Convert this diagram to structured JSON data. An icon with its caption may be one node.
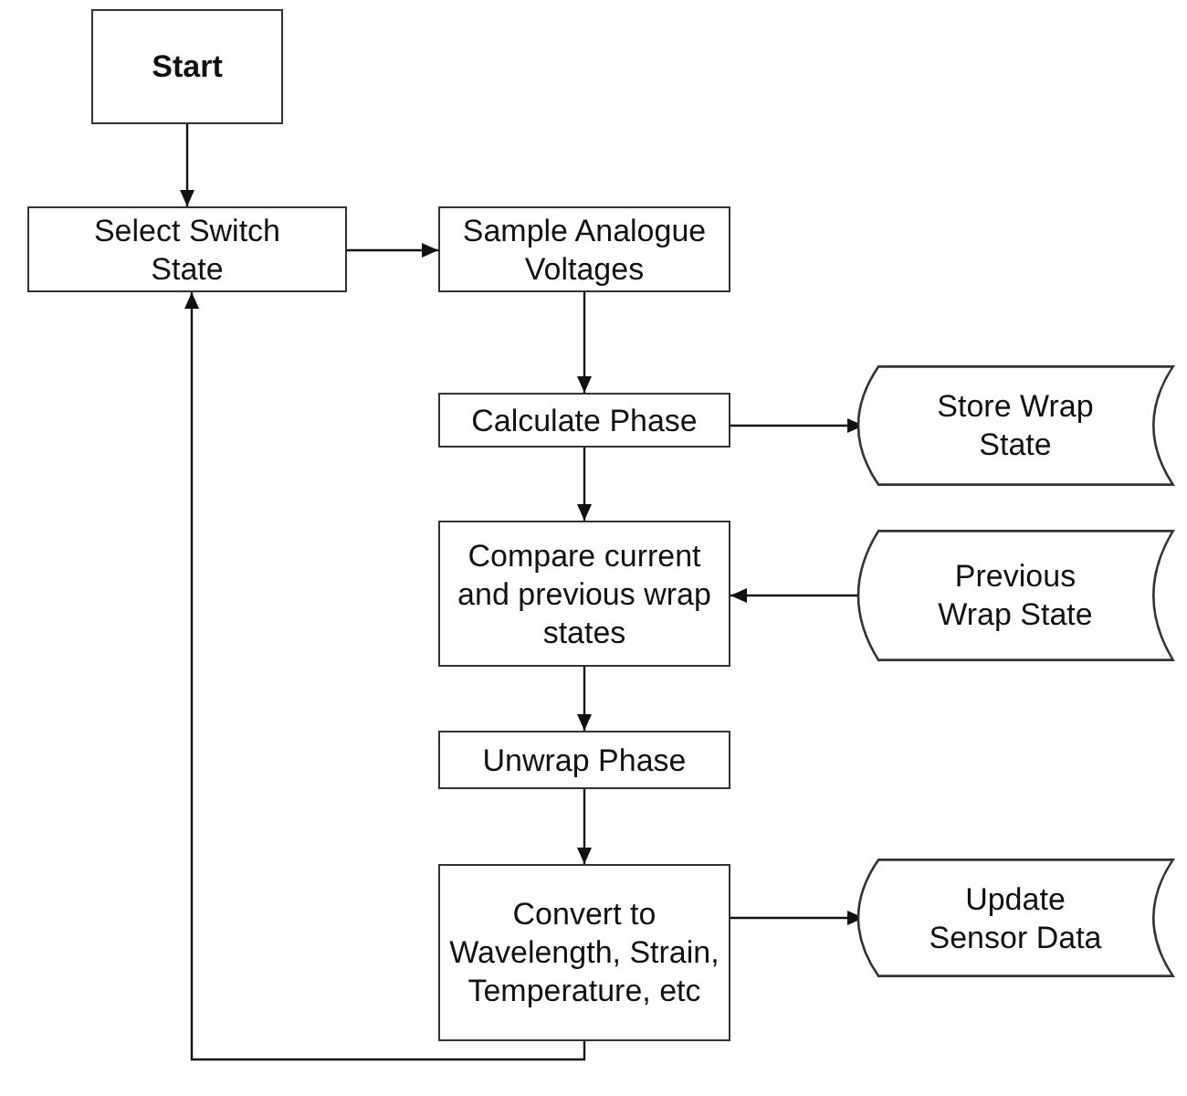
{
  "diagram": {
    "nodes": [
      {
        "text": [
          "Start"
        ]
      },
      {
        "text": [
          "Select Switch State"
        ]
      },
      {
        "text": [
          "Sample Analogue Voltages"
        ]
      },
      {
        "text": [
          "Calculate Phase"
        ]
      },
      {
        "text": [
          "Store Wrap State"
        ]
      },
      {
        "text": [
          "Compare current and previous wrap states"
        ]
      },
      {
        "text": [
          "Previous Wrap State"
        ]
      },
      {
        "text": [
          "Unwrap Phase"
        ]
      },
      {
        "text": [
          "Convert to Wavelength, Strain, Temperature,  etc"
        ]
      },
      {
        "text": [
          "Update Sensor Data"
        ]
      }
    ],
    "edges": [
      {
        "from": 0,
        "to": 1,
        "arrow": "to"
      },
      {
        "from": 1,
        "to": 2,
        "arrow": "to"
      },
      {
        "from": 2,
        "to": 3,
        "arrow": "to"
      },
      {
        "from": 3,
        "to": 4,
        "arrow": "to"
      },
      {
        "from": 3,
        "to": 5,
        "arrow": "to"
      },
      {
        "from": 6,
        "to": 5,
        "arrow": "to"
      },
      {
        "from": 5,
        "to": 7,
        "arrow": "to"
      },
      {
        "from": 7,
        "to": 8,
        "arrow": "to"
      },
      {
        "from": 8,
        "to": 9,
        "arrow": "to"
      },
      {
        "from": 8,
        "to": 1,
        "arrow": "to"
      }
    ]
  }
}
